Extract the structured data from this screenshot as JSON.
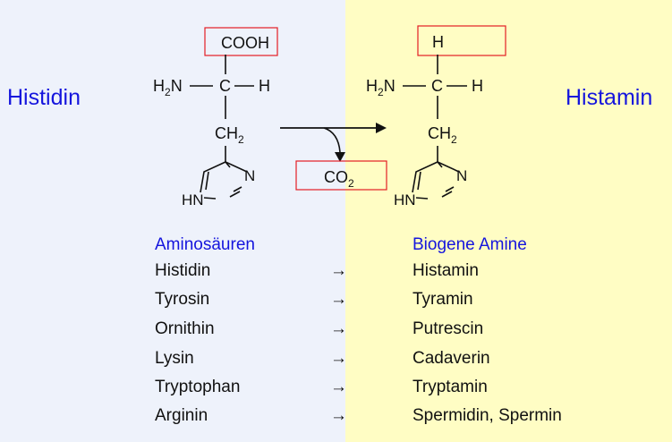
{
  "reactant": {
    "name": "Histidin",
    "cooh": "COOH",
    "h": "H",
    "n_left": "H",
    "n_sub": "2",
    "n_after": "N",
    "c": "C",
    "ch2_main": "CH",
    "ch2_sub": "2",
    "ring_n": "N",
    "ring_hn": "HN"
  },
  "product": {
    "name": "Histamin",
    "top_h": "H",
    "h": "H",
    "n_left": "H",
    "n_sub": "2",
    "n_after": "N",
    "c": "C",
    "ch2_main": "CH",
    "ch2_sub": "2",
    "ring_n": "N",
    "ring_hn": "HN"
  },
  "byproduct": {
    "co_main": "CO",
    "co_sub": "2"
  },
  "highlight_color": "#e31e24",
  "title_color": "#1515dd",
  "table": {
    "header_left": "Aminosäuren",
    "header_right": "Biogene Amine",
    "arrow": "→",
    "rows": [
      {
        "amino_acid": "Histidin",
        "amine": "Histamin"
      },
      {
        "amino_acid": "Tyrosin",
        "amine": "Tyramin"
      },
      {
        "amino_acid": "Ornithin",
        "amine": "Putrescin"
      },
      {
        "amino_acid": "Lysin",
        "amine": "Cadaverin"
      },
      {
        "amino_acid": "Tryptophan",
        "amine": "Tryptamin"
      },
      {
        "amino_acid": "Arginin",
        "amine": "Spermidin, Spermin"
      }
    ]
  }
}
